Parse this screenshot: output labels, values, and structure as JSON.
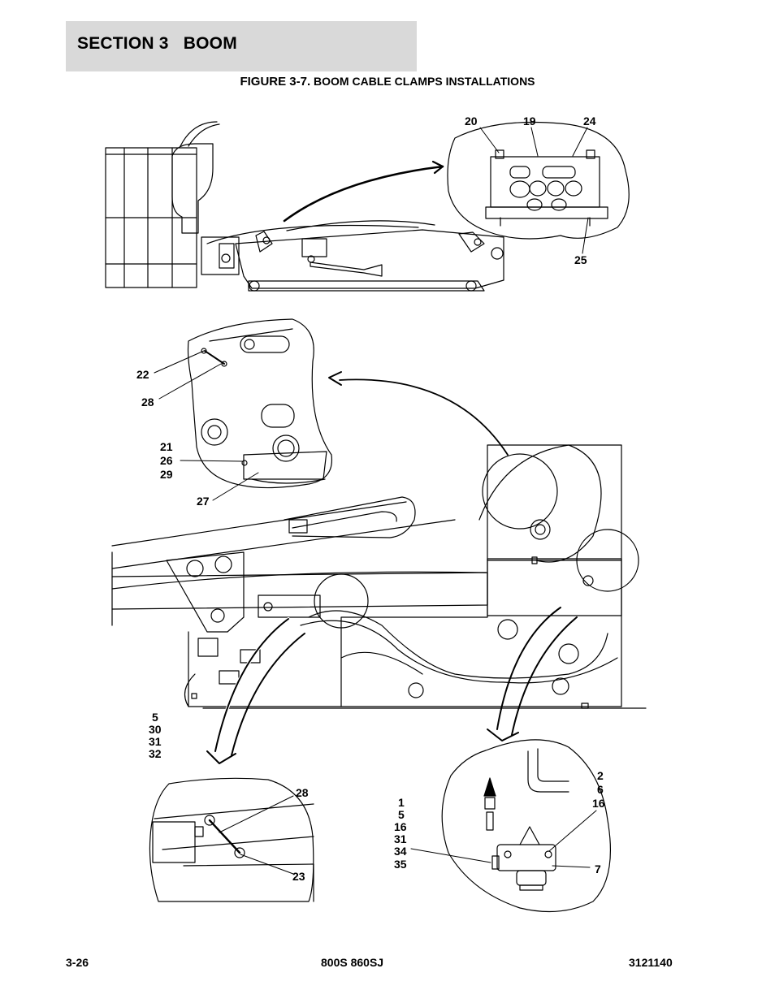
{
  "header": {
    "section_title": "SECTION 3   BOOM"
  },
  "figure": {
    "number": "FIGURE 3-7.",
    "title": "BOOM CABLE CLAMPS INSTALLATIONS"
  },
  "callouts": {
    "top_detail": [
      "20",
      "19",
      "24",
      "25"
    ],
    "upper_left_detail": [
      "22",
      "28",
      "21",
      "26",
      "29",
      "27"
    ],
    "left_group": [
      "5",
      "30",
      "31",
      "32"
    ],
    "bottom_left_detail": [
      "28",
      "23"
    ],
    "bottom_right_left_group": [
      "1",
      "5",
      "16",
      "31",
      "34",
      "35"
    ],
    "bottom_right_right_group": [
      "2",
      "6",
      "16"
    ],
    "bottom_right_single": [
      "7"
    ]
  },
  "footer": {
    "page_number": "3-26",
    "model": "800S 860SJ",
    "doc_number": "3121140"
  }
}
